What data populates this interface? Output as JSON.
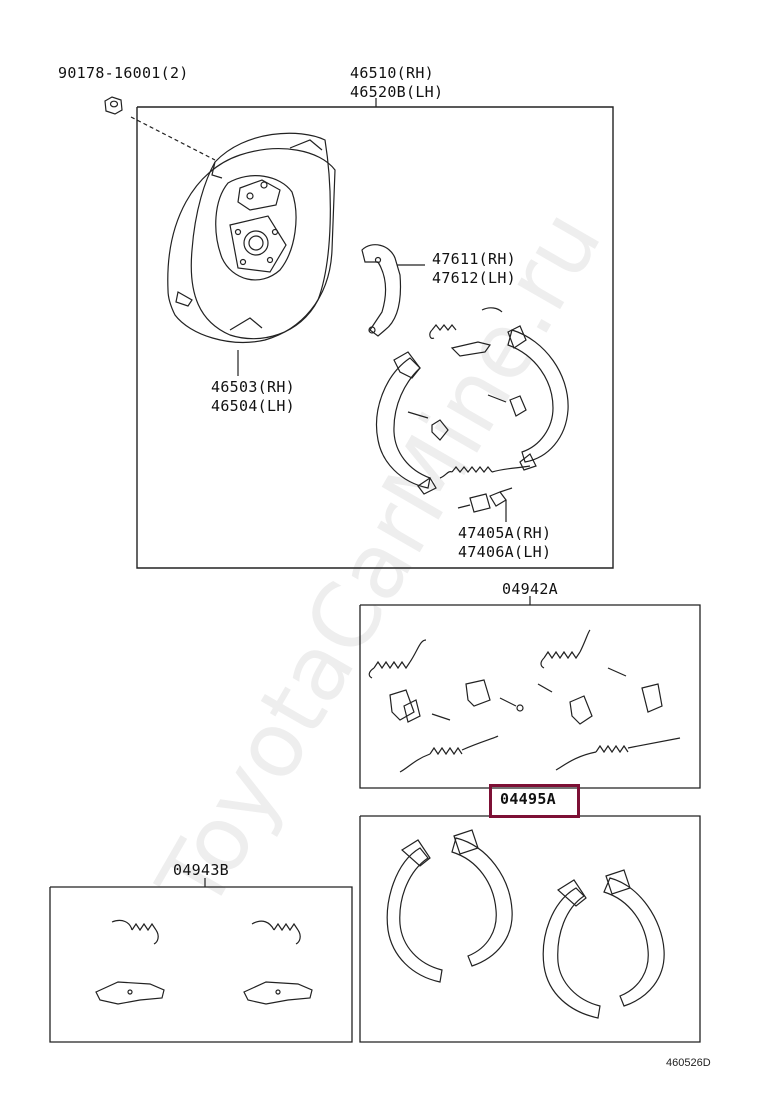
{
  "watermark": "ToyotaCarMine.ru",
  "highlight_color": "#7d1035",
  "labels": {
    "nut": "90178-16001(2)",
    "plate_rh": "46510(RH)",
    "plate_lh": "46520B(LH)",
    "lever_rh": "47611(RH)",
    "lever_lh": "47612(LH)",
    "cover_rh": "46503(RH)",
    "cover_lh": "46504(LH)",
    "adjuster_rh": "47405A(RH)",
    "adjuster_lh": "47406A(LH)",
    "kit_spring": "04942A",
    "kit_shoe": "04495A",
    "kit_set": "04943B"
  },
  "diagram_code": "460526D"
}
